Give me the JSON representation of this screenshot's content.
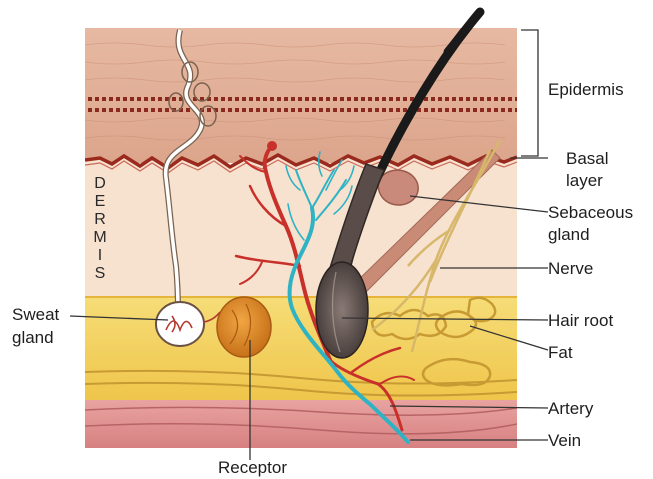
{
  "diagram": {
    "dermis_letters": [
      "D",
      "E",
      "R",
      "M",
      "I",
      "S"
    ],
    "labels": {
      "epidermis": "Epidermis",
      "basal_1": "Basal",
      "basal_2": "layer",
      "sebaceous_1": "Sebaceous",
      "sebaceous_2": "gland",
      "nerve": "Nerve",
      "hair_root": "Hair root",
      "fat": "Fat",
      "artery": "Artery",
      "vein": "Vein",
      "sweat_1": "Sweat",
      "sweat_2": "gland",
      "receptor": "Receptor"
    }
  },
  "colors": {
    "epidermis": "#e5b49c",
    "basal_layer": "#9a2a1e",
    "dermis": "#f6e0cd",
    "fat_layer": "#f3d35a",
    "deep_tissue": "#de8e8e",
    "hair": "#222222",
    "artery": "#c8302a",
    "vein": "#2fb3c4",
    "nerve": "#d7b76a",
    "receptor": "#d98a2a"
  }
}
